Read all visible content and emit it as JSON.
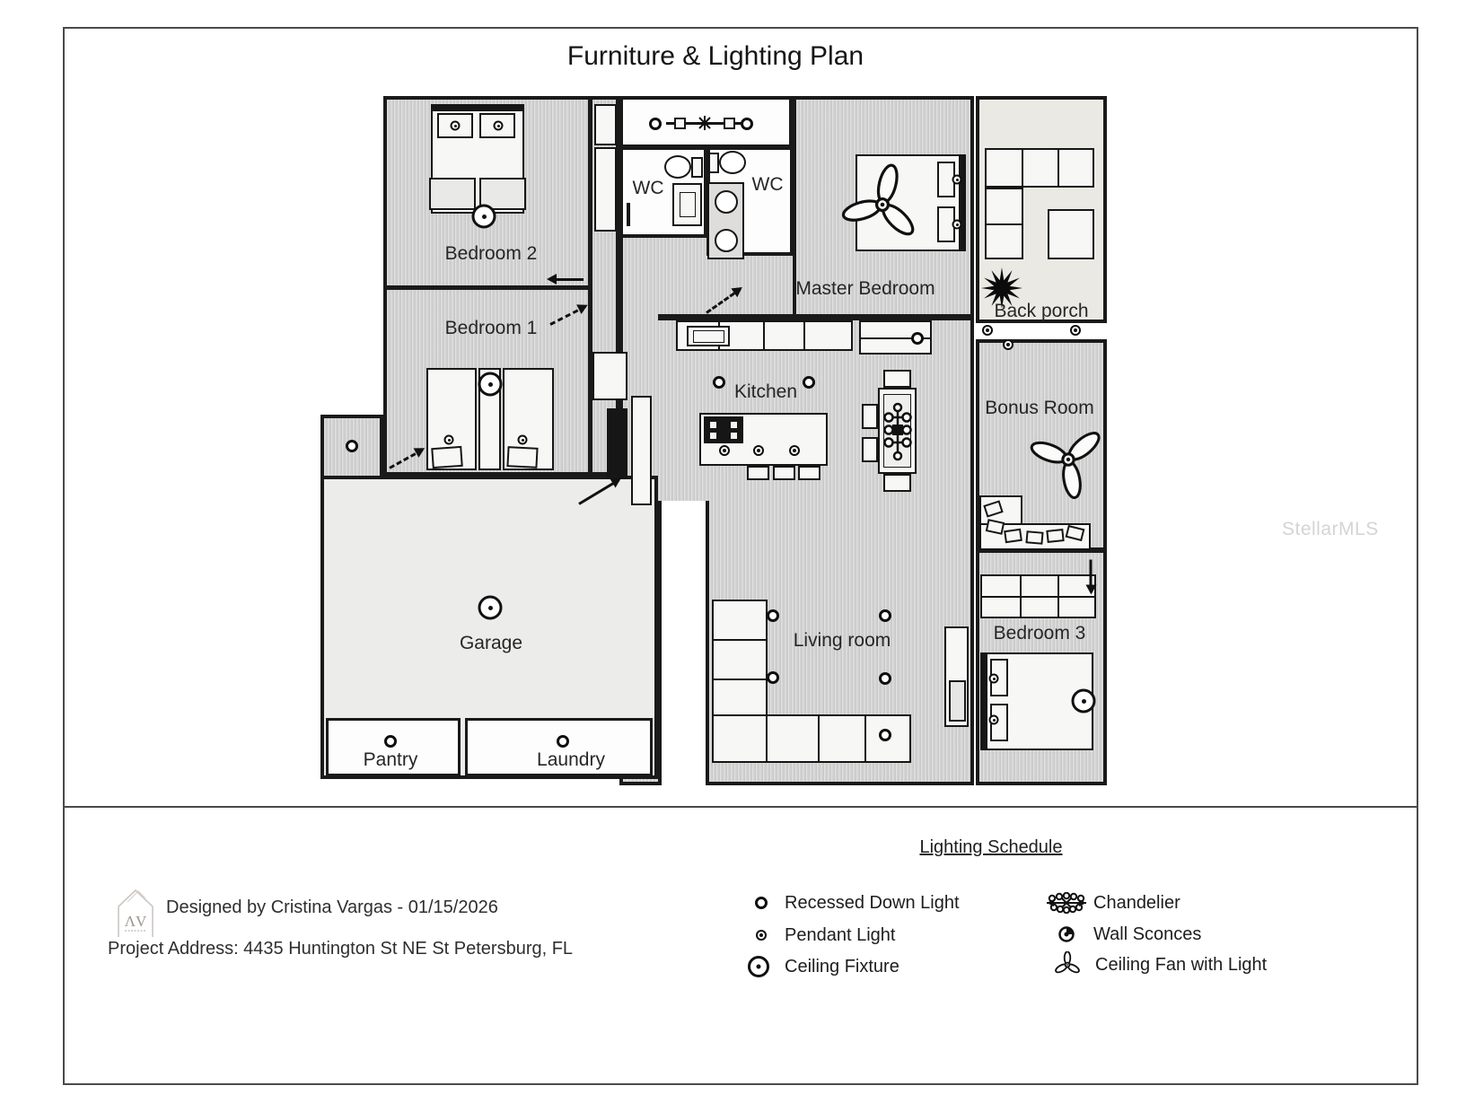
{
  "title": "Furniture & Lighting Plan",
  "watermark": "StellarMLS",
  "rooms": {
    "bedroom2": "Bedroom 2",
    "bedroom1": "Bedroom 1",
    "wc_left": "WC",
    "wc_right": "WC",
    "master_bedroom": "Master Bedroom",
    "back_porch": "Back porch",
    "kitchen": "Kitchen",
    "bonus_room": "Bonus Room",
    "garage": "Garage",
    "living_room": "Living room",
    "bedroom3": "Bedroom 3",
    "pantry": "Pantry",
    "laundry": "Laundry"
  },
  "legend": {
    "title": "Lighting Schedule",
    "left": [
      {
        "icon": "recessed-down-light-icon",
        "label": "Recessed Down Light"
      },
      {
        "icon": "pendant-light-icon",
        "label": "Pendant Light"
      },
      {
        "icon": "ceiling-fixture-icon",
        "label": "Ceiling Fixture"
      }
    ],
    "right": [
      {
        "icon": "chandelier-icon",
        "label": "Chandelier"
      },
      {
        "icon": "wall-sconces-icon",
        "label": "Wall Sconces"
      },
      {
        "icon": "ceiling-fan-icon",
        "label": "Ceiling Fan with Light"
      }
    ]
  },
  "footer": {
    "logo_text": "ΛV",
    "designed_by": "Designed by Cristina Vargas  - 01/15/2026",
    "project_address": "Project Address: 4435 Huntington St NE St Petersburg, FL"
  },
  "colors": {
    "wall": "#1a1a1a",
    "floor_gray": "#d2d2d2",
    "floor_light": "#ececea",
    "frame": "#4a4a4a",
    "text": "#262626",
    "watermark": "#d4d4d8"
  }
}
